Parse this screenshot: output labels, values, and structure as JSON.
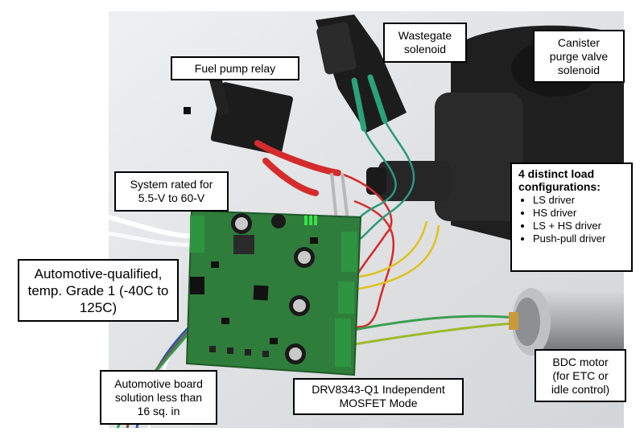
{
  "callouts": {
    "fuel_pump_relay": "Fuel pump relay",
    "wastegate": [
      "Wastegate",
      "solenoid"
    ],
    "canister": [
      "Canister",
      "purge valve",
      "solenoid"
    ],
    "system_rated": [
      "System rated for",
      "5.5-V to 60-V"
    ],
    "load_configs": {
      "title": [
        "4 distinct load",
        "configurations:"
      ],
      "items": [
        "LS driver",
        "HS driver",
        "LS + HS driver",
        "Push-pull driver"
      ]
    },
    "automotive_qualified": [
      "Automotive-qualified,",
      "temp. Grade 1 (-40C to",
      "125C)"
    ],
    "board_solution": [
      "Automotive board",
      "solution less than",
      "16 sq. in"
    ],
    "drv_mode": [
      "DRV8343-Q1 Independent",
      "MOSFET Mode"
    ],
    "bdc_motor": [
      "BDC motor",
      "(for ETC or",
      "idle control)"
    ]
  },
  "colors": {
    "board_green": "#2f7d3b",
    "wire_red": "#d62b2b",
    "wire_yellow": "#e0c21b",
    "wire_green": "#2f9d54",
    "component_black": "#1d1d1d"
  }
}
